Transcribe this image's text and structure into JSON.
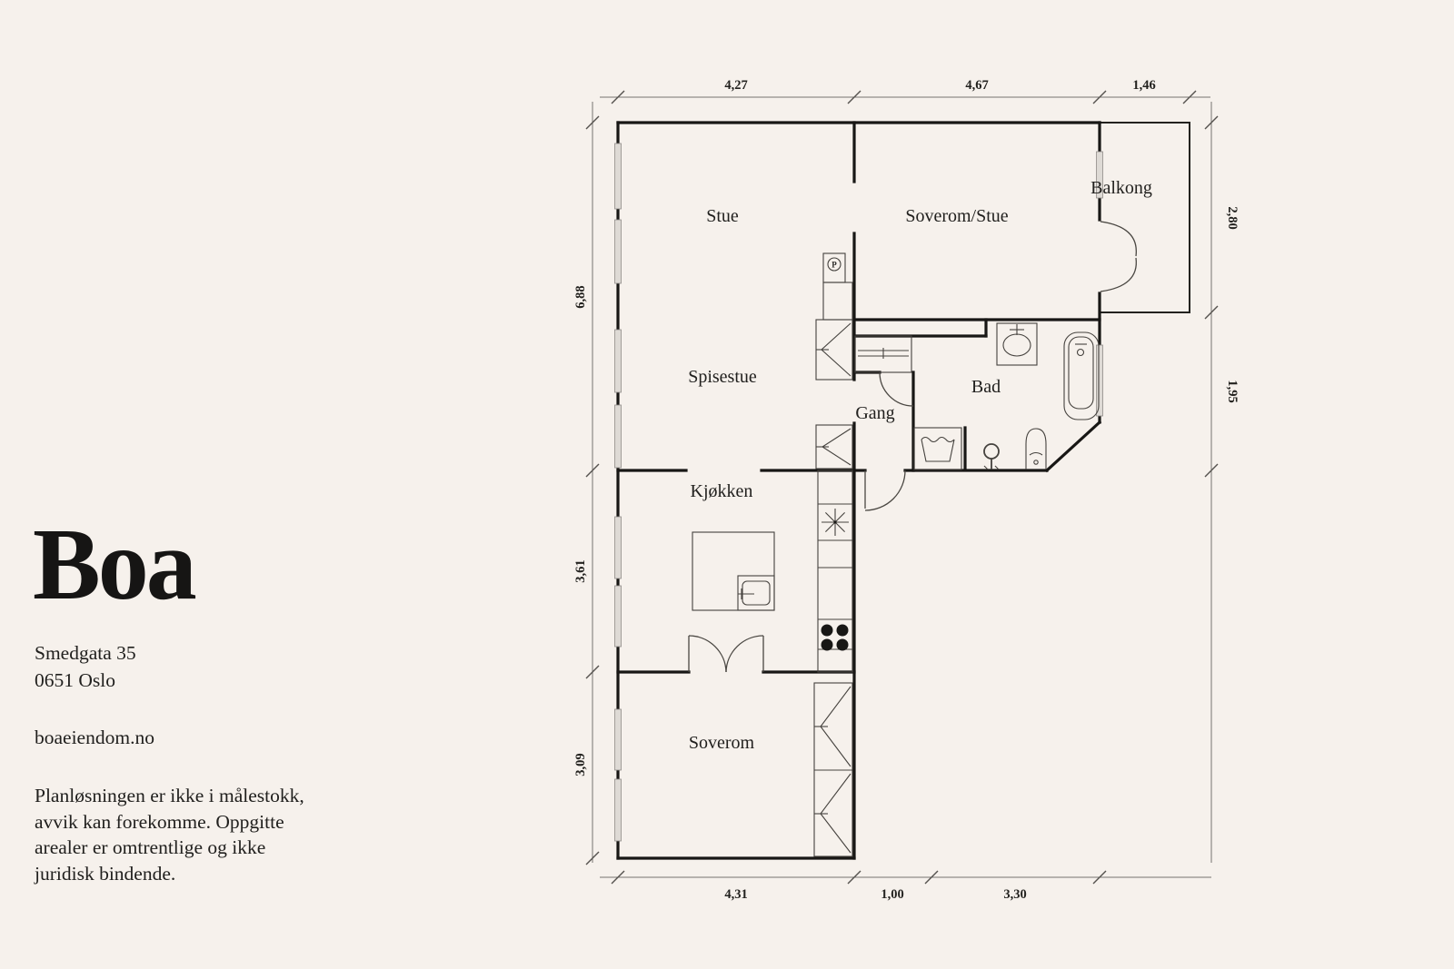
{
  "colors": {
    "background": "#f6f1ec",
    "ink": "#181715",
    "window_gray": "#dedad5"
  },
  "brand": {
    "logo": "Boa",
    "address_line1": "Smedgata 35",
    "address_line2": "0651 Oslo",
    "website": "boaeiendom.no",
    "disclaimer": [
      "Planløsningen er ikke i målestokk,",
      "avvik kan forekomme. Oppgitte",
      "arealer er omtrentlige og ikke",
      "juridisk bindende."
    ]
  },
  "floorplan": {
    "rooms": [
      {
        "id": "stue",
        "label": "Stue"
      },
      {
        "id": "soverom-stue",
        "label": "Soverom/Stue"
      },
      {
        "id": "balkong",
        "label": "Balkong"
      },
      {
        "id": "spisestue",
        "label": "Spisestue"
      },
      {
        "id": "gang",
        "label": "Gang"
      },
      {
        "id": "bad",
        "label": "Bad"
      },
      {
        "id": "kjokken",
        "label": "Kjøkken"
      },
      {
        "id": "soverom",
        "label": "Soverom"
      }
    ],
    "electrical_panel_label": "P",
    "dimensions": {
      "top": [
        {
          "label": "4,27"
        },
        {
          "label": "4,67"
        },
        {
          "label": "1,46"
        }
      ],
      "bottom": [
        {
          "label": "4,31"
        },
        {
          "label": "1,00"
        },
        {
          "label": "3,30"
        }
      ],
      "left": [
        {
          "label": "6,88"
        },
        {
          "label": "3,61"
        },
        {
          "label": "3,09"
        }
      ],
      "right": [
        {
          "label": "2,80"
        },
        {
          "label": "1,95"
        }
      ]
    }
  }
}
